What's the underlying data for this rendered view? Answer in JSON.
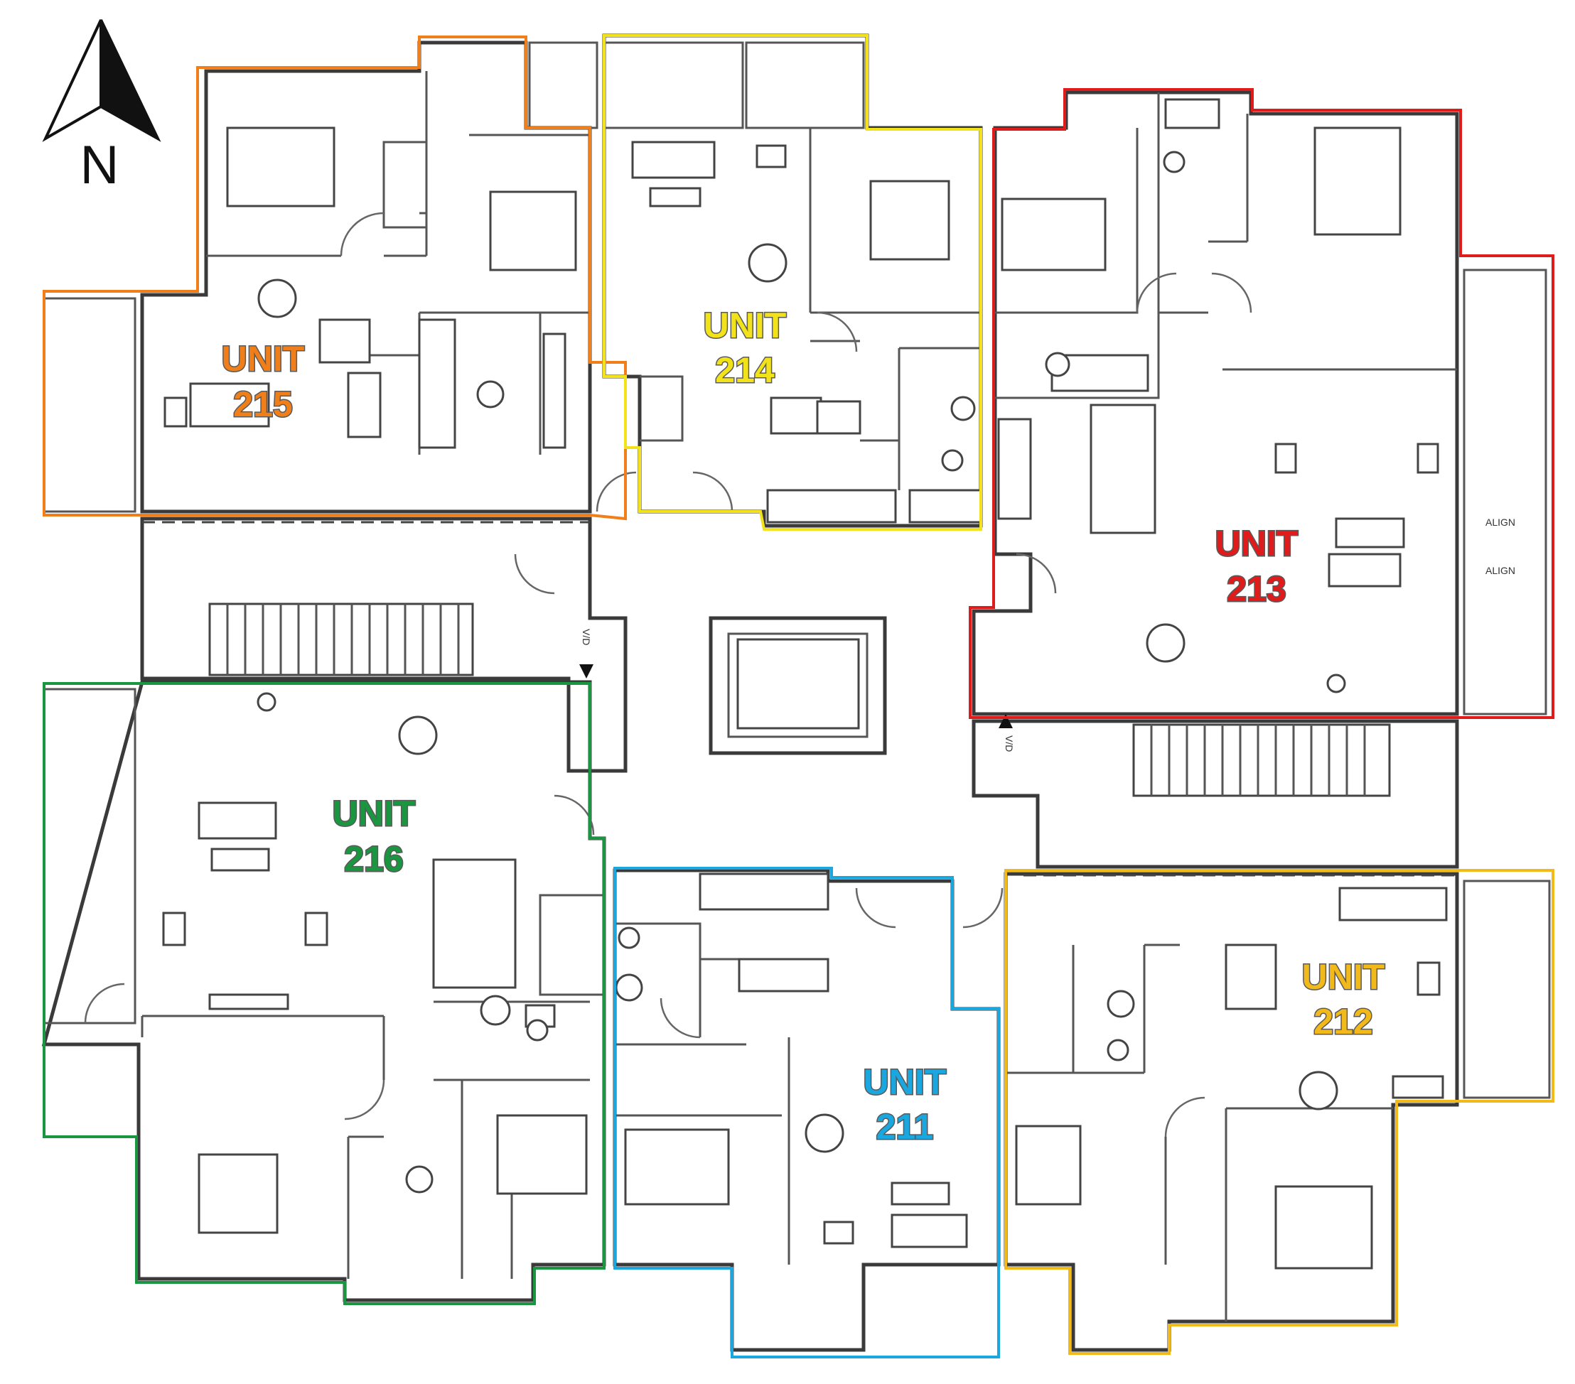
{
  "compass": {
    "letter": "N"
  },
  "units": [
    {
      "label": "UNIT",
      "number": "215",
      "color": "#f07f1a"
    },
    {
      "label": "UNIT",
      "number": "214",
      "color": "#f2e21a"
    },
    {
      "label": "UNIT",
      "number": "213",
      "color": "#e01b1b"
    },
    {
      "label": "UNIT",
      "number": "216",
      "color": "#1a9641"
    },
    {
      "label": "UNIT",
      "number": "211",
      "color": "#1aa7e0"
    },
    {
      "label": "UNIT",
      "number": "212",
      "color": "#f2b91a"
    }
  ],
  "notes": {
    "align_1": "ALIGN",
    "align_2": "ALIGN",
    "vd_1": "V/D",
    "vd_2": "V/D"
  }
}
